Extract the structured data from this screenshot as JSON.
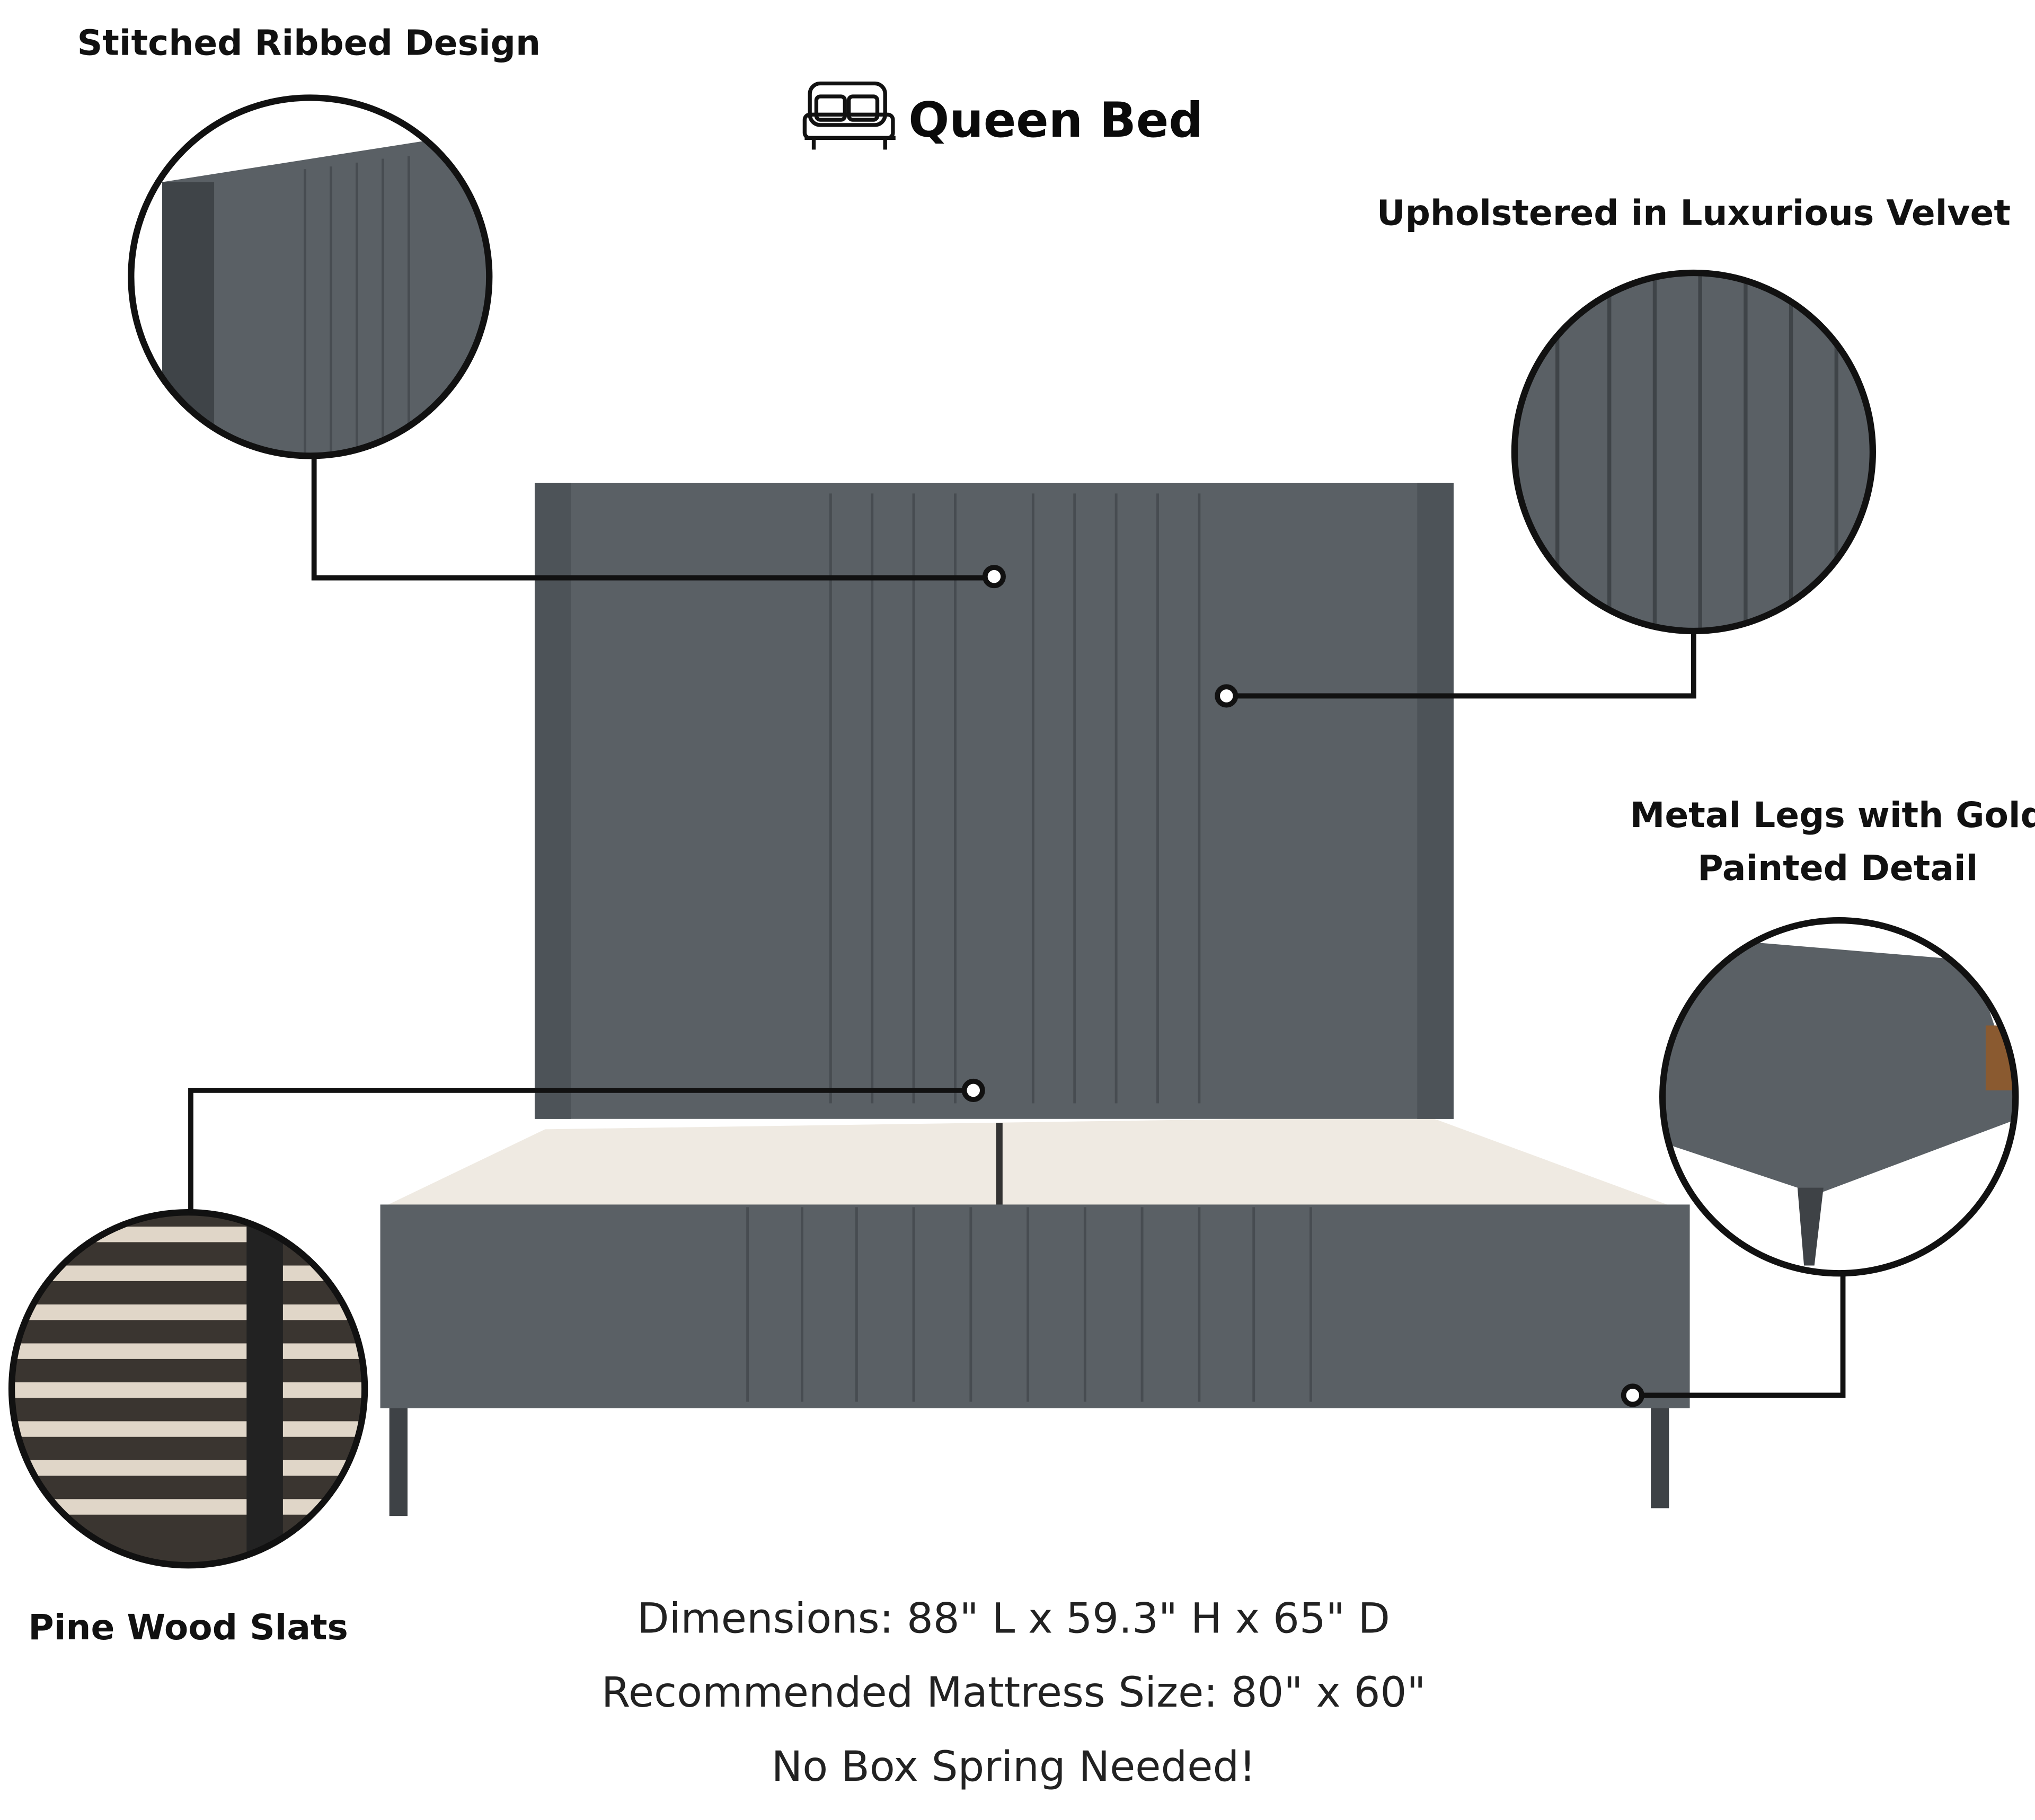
{
  "title": {
    "icon": "bed-icon",
    "text": "Queen Bed"
  },
  "callouts": {
    "stitched": "Stitched Ribbed Design",
    "velvet": "Upholstered in Luxurious Velvet",
    "legs_line1": "Metal Legs with Gold",
    "legs_line2": "Painted Detail",
    "slats": "Pine Wood Slats"
  },
  "info": {
    "dimensions": "Dimensions: 88\" L x 59.3\" H x 65\" D",
    "mattress": "Recommended Mattress Size: 80\" x 60\"",
    "box_spring": "No Box Spring Needed!"
  },
  "colors": {
    "velvet": "#5a6065",
    "velvet_dark": "#454a4f",
    "slat": "#efeae2",
    "line": "#111111"
  }
}
